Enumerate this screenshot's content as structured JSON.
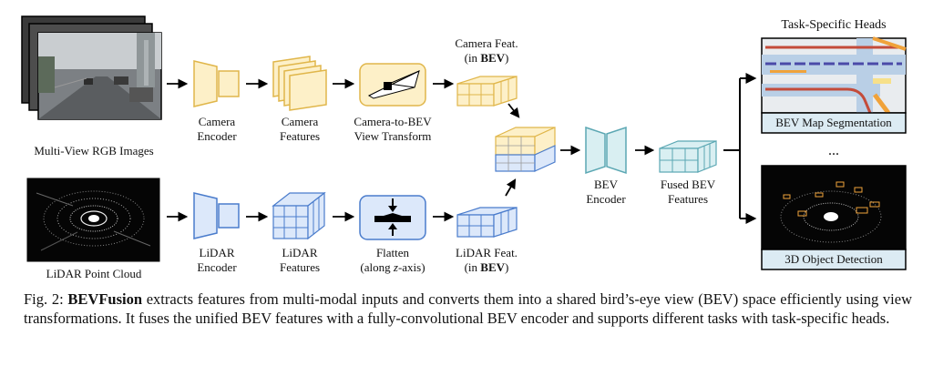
{
  "labels": {
    "rgb_images": "Multi-View RGB Images",
    "lidar_cloud": "LiDAR Point Cloud",
    "camera_encoder_1": "Camera",
    "camera_encoder_2": "Encoder",
    "camera_features_1": "Camera",
    "camera_features_2": "Features",
    "cam2bev_1": "Camera-to-BEV",
    "cam2bev_2": "View Transform",
    "camera_feat_1": "Camera Feat.",
    "camera_feat_2a": "(in ",
    "camera_feat_2b": "BEV",
    "camera_feat_2c": ")",
    "lidar_encoder_1": "LiDAR",
    "lidar_encoder_2": "Encoder",
    "lidar_features_1": "LiDAR",
    "lidar_features_2": "Features",
    "flatten_1": "Flatten",
    "flatten_2a": "(along ",
    "flatten_2b": "z",
    "flatten_2c": "-axis)",
    "lidar_feat_1": "LiDAR Feat.",
    "lidar_feat_2a": "(in ",
    "lidar_feat_2b": "BEV",
    "lidar_feat_2c": ")",
    "bev_encoder_1": "BEV",
    "bev_encoder_2": "Encoder",
    "fused_1": "Fused BEV",
    "fused_2": "Features",
    "task_heads": "Task-Specific Heads",
    "bev_map_seg": "BEV Map Segmentation",
    "ellipsis": "...",
    "det3d": "3D Object Detection"
  },
  "caption": {
    "prefix": "Fig. 2: ",
    "bold": "BEVFusion",
    "rest": " extracts features from multi-modal inputs and converts them into a shared bird’s-eye view (BEV) space efficiently using view transformations. It fuses the unified BEV features with a fully-convolutional BEV encoder and supports different tasks with task-specific heads."
  },
  "colors": {
    "camera_fill": "#fdf0c8",
    "camera_stroke": "#e0b64a",
    "lidar_fill": "#dce8fa",
    "lidar_stroke": "#4a7ccc",
    "bev_fill": "#d9eff2",
    "bev_stroke": "#5ba7b3",
    "head_fill": "#dcebf3"
  }
}
